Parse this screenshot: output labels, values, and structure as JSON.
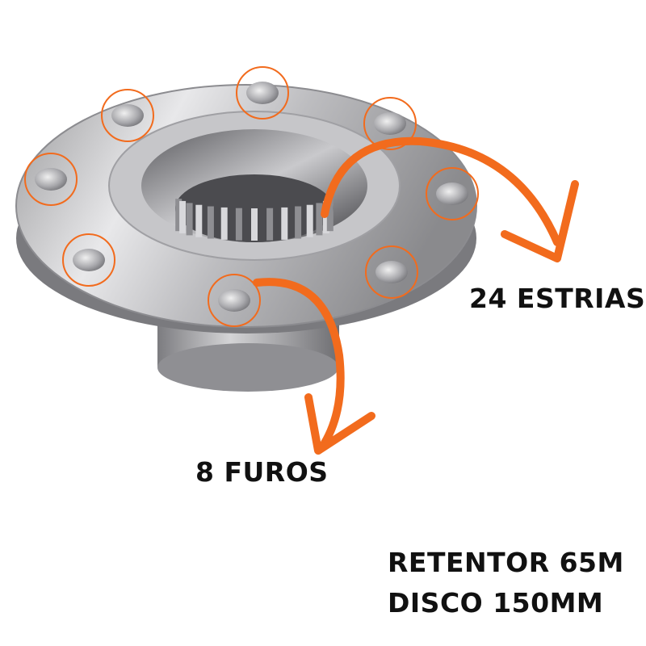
{
  "labels": {
    "splines": "24 ESTRIAS",
    "holes": "8 FUROS",
    "seal": "RETENTOR 65M",
    "disc": "DISCO 150MM"
  },
  "colors": {
    "accent": "#F26B1D",
    "text": "#111111",
    "background": "#FFFFFF"
  }
}
